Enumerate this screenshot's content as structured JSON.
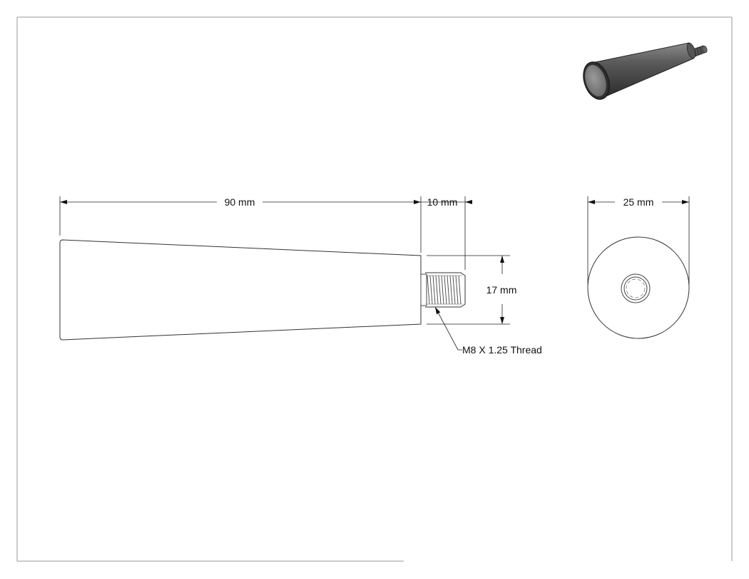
{
  "dimensions": {
    "body_length": "90 mm",
    "thread_length": "10 mm",
    "thread_diameter": "17 mm",
    "end_diameter": "25 mm"
  },
  "callouts": {
    "thread_spec": "M8 X 1.25 Thread"
  },
  "colors": {
    "line": "#222222",
    "frame": "#888888",
    "iso_body_dark": "#3a3a3a",
    "iso_body_light": "#8a8a8a"
  }
}
